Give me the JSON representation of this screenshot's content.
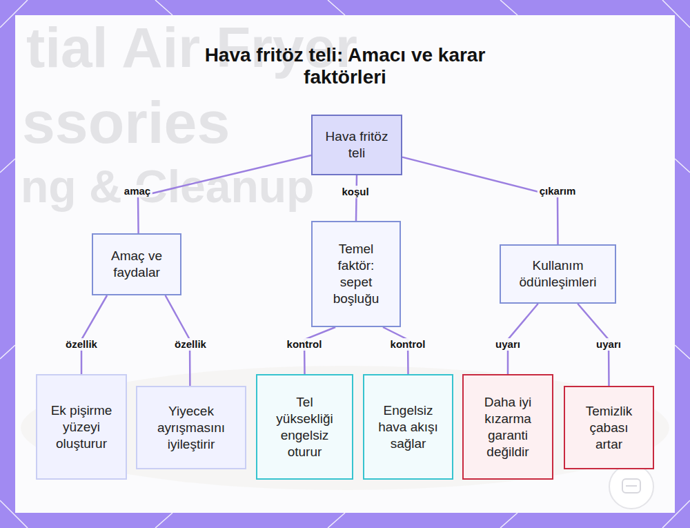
{
  "diagram": {
    "title": "Hava fritöz teli: Amacı ve karar faktörleri",
    "nodes": [
      {
        "text": [
          "Hava fritöz teli"
        ]
      },
      {
        "text": [
          "Amaç ve faydalar"
        ]
      },
      {
        "text": [
          "Temel faktör: sepet boşluğu"
        ]
      },
      {
        "text": [
          "Kullanım ödünleşimleri"
        ]
      },
      {
        "text": [
          "Ek pişirme yüzeyi oluşturur"
        ]
      },
      {
        "text": [
          "Yiyecek ayrışmasını iyileştirir"
        ]
      },
      {
        "text": [
          "Tel yüksekliği engelsiz oturur"
        ]
      },
      {
        "text": [
          "Engelsiz hava akışı sağlar"
        ]
      },
      {
        "text": [
          "Daha iyi kızarma garanti değildir"
        ]
      },
      {
        "text": [
          "Temizlik çabası artar"
        ]
      }
    ],
    "edges": [
      {
        "from": 0,
        "to": 1,
        "arrow": "none",
        "label": "amaç"
      },
      {
        "from": 0,
        "to": 2,
        "arrow": "none",
        "label": "koşul"
      },
      {
        "from": 0,
        "to": 3,
        "arrow": "none",
        "label": "çıkarım"
      },
      {
        "from": 1,
        "to": 4,
        "arrow": "none",
        "label": "özellik"
      },
      {
        "from": 1,
        "to": 5,
        "arrow": "none",
        "label": "özellik"
      },
      {
        "from": 2,
        "to": 6,
        "arrow": "none",
        "label": "kontrol"
      },
      {
        "from": 2,
        "to": 7,
        "arrow": "none",
        "label": "kontrol"
      },
      {
        "from": 3,
        "to": 8,
        "arrow": "none",
        "label": "uyarı"
      },
      {
        "from": 3,
        "to": 9,
        "arrow": "none",
        "label": "uyarı"
      }
    ],
    "labels": [
      "tial Air Fryer",
      "ssories",
      "ng & Cleanup"
    ]
  }
}
